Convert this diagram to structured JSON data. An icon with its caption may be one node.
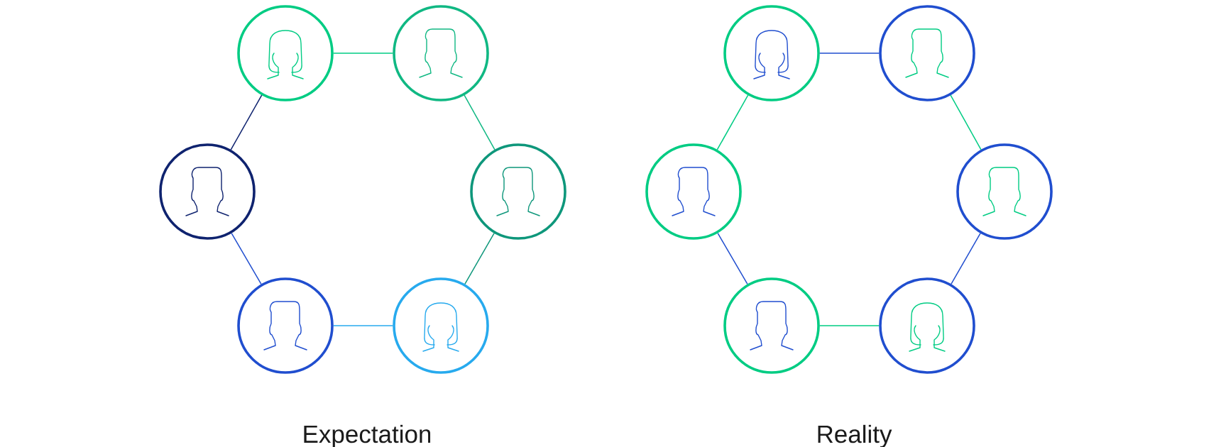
{
  "diagram": {
    "nodes": [
      {
        "text": [],
        "shape": "circle"
      },
      {
        "text": [],
        "shape": "circle"
      },
      {
        "text": [],
        "shape": "circle"
      },
      {
        "text": [],
        "shape": "circle"
      },
      {
        "text": [],
        "shape": "circle"
      },
      {
        "text": [],
        "shape": "circle"
      },
      {
        "text": [],
        "shape": "circle"
      },
      {
        "text": [],
        "shape": "circle"
      },
      {
        "text": [],
        "shape": "circle"
      },
      {
        "text": [],
        "shape": "circle"
      },
      {
        "text": [],
        "shape": "circle"
      },
      {
        "text": [],
        "shape": "circle"
      }
    ],
    "edges": [
      {
        "from": 0,
        "to": 1,
        "arrow": "none",
        "color": "#00cc83"
      },
      {
        "from": 1,
        "to": 3,
        "arrow": "none",
        "color": "#10b883"
      },
      {
        "from": 3,
        "to": 5,
        "arrow": "none",
        "color": "#0e977b"
      },
      {
        "from": 5,
        "to": 4,
        "arrow": "none",
        "color": "#27aaee"
      },
      {
        "from": 4,
        "to": 2,
        "arrow": "none",
        "color": "#204ecf"
      },
      {
        "from": 2,
        "to": 0,
        "arrow": "none",
        "color": "#0f236f"
      },
      {
        "from": 6,
        "to": 7,
        "arrow": "none",
        "color": "#204ecf"
      },
      {
        "from": 7,
        "to": 9,
        "arrow": "none",
        "color": "#00cc83"
      },
      {
        "from": 9,
        "to": 11,
        "arrow": "none",
        "color": "#204ecf"
      },
      {
        "from": 11,
        "to": 10,
        "arrow": "none",
        "color": "#00cc83"
      },
      {
        "from": 10,
        "to": 8,
        "arrow": "none",
        "color": "#204ecf"
      },
      {
        "from": 8,
        "to": 6,
        "arrow": "none",
        "color": "#00cc83"
      }
    ],
    "labels": [
      "Expectation",
      "Reality"
    ]
  }
}
